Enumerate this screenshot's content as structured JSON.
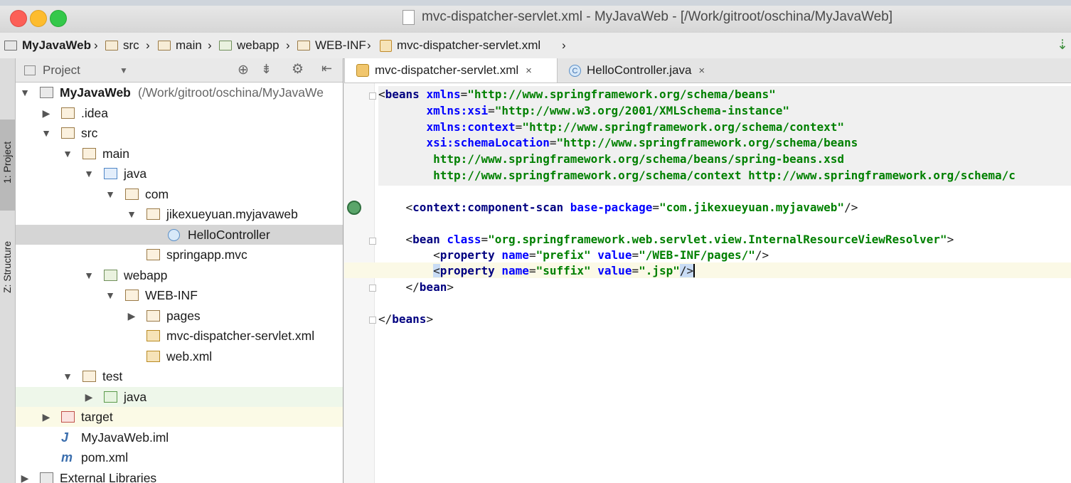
{
  "window": {
    "title": "mvc-dispatcher-servlet.xml - MyJavaWeb - [/Work/gitroot/oschina/MyJavaWeb]",
    "traffic_lights": [
      "#fc5f57",
      "#fdbc2e",
      "#34c84a"
    ]
  },
  "navbar": {
    "crumbs": [
      "MyJavaWeb",
      "src",
      "main",
      "webapp",
      "WEB-INF",
      "mvc-dispatcher-servlet.xml"
    ]
  },
  "side_tabs": {
    "project": "1: Project",
    "structure": "Z: Structure"
  },
  "project_panel": {
    "view_selector": "Project",
    "tree": [
      {
        "label": "MyJavaWeb",
        "sublabel": "(/Work/gitroot/oschina/MyJavaWe",
        "icon": "module-folder-icon",
        "expanded": true
      },
      {
        "label": ".idea",
        "icon": "folder-icon",
        "expanded": false
      },
      {
        "label": "src",
        "icon": "folder-icon",
        "expanded": true
      },
      {
        "label": "main",
        "icon": "folder-icon",
        "expanded": true
      },
      {
        "label": "java",
        "icon": "source-folder-icon",
        "expanded": true
      },
      {
        "label": "com",
        "icon": "package-icon",
        "expanded": true
      },
      {
        "label": "jikexueyuan.myjavaweb",
        "icon": "package-icon",
        "expanded": true
      },
      {
        "label": "HelloController",
        "icon": "class-icon",
        "selected": true
      },
      {
        "label": "springapp.mvc",
        "icon": "package-icon"
      },
      {
        "label": "webapp",
        "icon": "web-folder-icon",
        "expanded": true
      },
      {
        "label": "WEB-INF",
        "icon": "folder-icon",
        "expanded": true
      },
      {
        "label": "pages",
        "icon": "folder-icon",
        "expanded": false
      },
      {
        "label": "mvc-dispatcher-servlet.xml",
        "icon": "spring-xml-icon"
      },
      {
        "label": "web.xml",
        "icon": "xml-icon"
      },
      {
        "label": "test",
        "icon": "folder-icon",
        "expanded": true
      },
      {
        "label": "java",
        "icon": "test-source-folder-icon",
        "expanded": false
      },
      {
        "label": "target",
        "icon": "excluded-folder-icon",
        "expanded": false
      },
      {
        "label": "MyJavaWeb.iml",
        "icon": "iml-icon"
      },
      {
        "label": "pom.xml",
        "icon": "maven-icon"
      },
      {
        "label": "External Libraries",
        "icon": "libraries-icon",
        "expanded": false
      }
    ]
  },
  "editor": {
    "tabs": [
      {
        "label": "mvc-dispatcher-servlet.xml",
        "active": true
      },
      {
        "label": "HelloController.java",
        "active": false
      }
    ],
    "close_glyph": "×",
    "code": {
      "l1_tag": "beans",
      "l1_attr": "xmlns",
      "l1_val": "\"http://www.springframework.org/schema/beans\"",
      "l2_attr": "xmlns:xsi",
      "l2_val": "\"http://www.w3.org/2001/XMLSchema-instance\"",
      "l3_attr": "xmlns:context",
      "l3_val": "\"http://www.springframework.org/schema/context\"",
      "l4_attr": "xsi:schemaLocation",
      "l4_val": "\"http://www.springframework.org/schema/beans",
      "l5_val": "http://www.springframework.org/schema/beans/spring-beans.xsd",
      "l6_val": "http://www.springframework.org/schema/context http://www.springframework.org/schema/c",
      "l7_tag": "context:component-scan",
      "l7_attr": "base-package",
      "l7_val": "\"com.jikexueyuan.myjavaweb\"",
      "l8_tag": "bean",
      "l8_attr": "class",
      "l8_val": "\"org.springframework.web.servlet.view.InternalResourceViewResolver\"",
      "l9_tag": "property",
      "l9_attr1": "name",
      "l9_val1": "\"prefix\"",
      "l9_attr2": "value",
      "l9_val2": "\"/WEB-INF/pages/\"",
      "l10_tag": "property",
      "l10_attr1": "name",
      "l10_val1": "\"suffix\"",
      "l10_attr2": "value",
      "l10_val2": "\".jsp\"",
      "l11_tag": "bean",
      "l12_tag": "beans"
    }
  }
}
